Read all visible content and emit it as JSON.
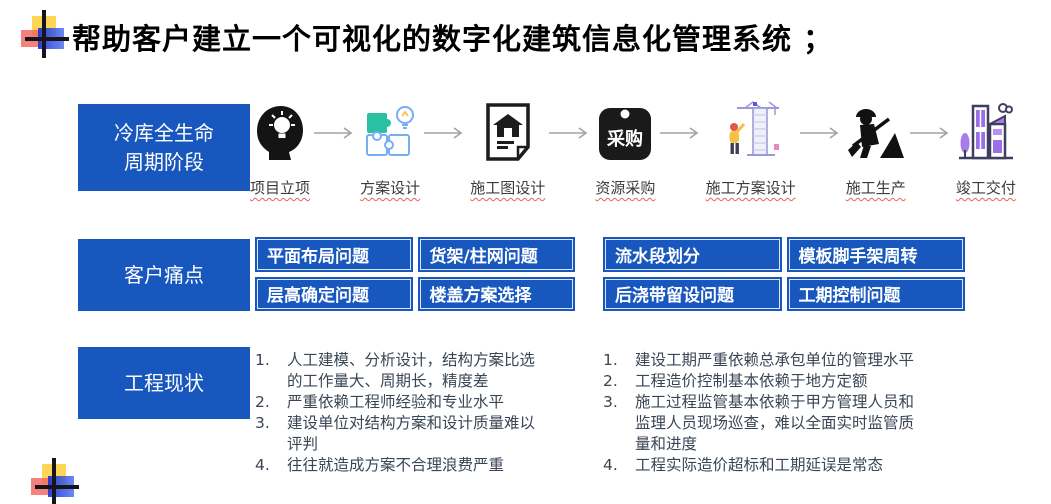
{
  "title": "帮助客户建立一个可视化的数字化建筑信息化管理系统 ；",
  "lifecycle": {
    "label_line1": "冷库全生命",
    "label_line2": "周期阶段",
    "stages": [
      {
        "label": "项目立项",
        "icon": "idea-head-icon"
      },
      {
        "label": "方案设计",
        "icon": "puzzle-lightbulb-icon"
      },
      {
        "label": "施工图设计",
        "icon": "blueprint-document-icon"
      },
      {
        "label": "资源采购",
        "icon": "procurement-tag-icon",
        "tag_text": "采购"
      },
      {
        "label": "施工方案设计",
        "icon": "crane-plan-icon"
      },
      {
        "label": "施工生产",
        "icon": "worker-digging-icon"
      },
      {
        "label": "竣工交付",
        "icon": "completed-building-icon"
      }
    ]
  },
  "pain_points": {
    "label": "客户痛点",
    "left_group": [
      "平面布局问题",
      "货架/柱网问题",
      "层高确定问题",
      "楼盖方案选择"
    ],
    "right_group": [
      "流水段划分",
      "模板脚手架周转",
      "后浇带留设问题",
      "工期控制问题"
    ]
  },
  "current_state": {
    "label": "工程现状",
    "left_items": [
      {
        "num": "1.",
        "text": "人工建模、分析设计，结构方案比选的工作量大、周期长，精度差"
      },
      {
        "num": "2.",
        "text": "严重依赖工程师经验和专业水平"
      },
      {
        "num": "3.",
        "text": "建设单位对结构方案和设计质量难以评判"
      },
      {
        "num": "4.",
        "text": "往往就造成方案不合理浪费严重"
      }
    ],
    "right_items": [
      {
        "num": "1.",
        "text": "建设工期严重依赖总承包单位的管理水平"
      },
      {
        "num": "2.",
        "text": "工程造价控制基本依赖于地方定额"
      },
      {
        "num": "3.",
        "text": "施工过程监管基本依赖于甲方管理人员和监理人员现场巡查，难以全面实时监管质量和进度"
      },
      {
        "num": "4.",
        "text": "工程实际造价超标和工期延误是常态"
      }
    ]
  },
  "colors": {
    "primary_blue": "#1757BE",
    "body_text": "#3A4655",
    "stage_label_text": "#3B3B3B",
    "arrow_gray": "#A3A3A3",
    "spellcheck_underline_red": "#E8605A",
    "teal_puzzle": "#2BC0A4",
    "purple_building": "#9B6FE8"
  }
}
